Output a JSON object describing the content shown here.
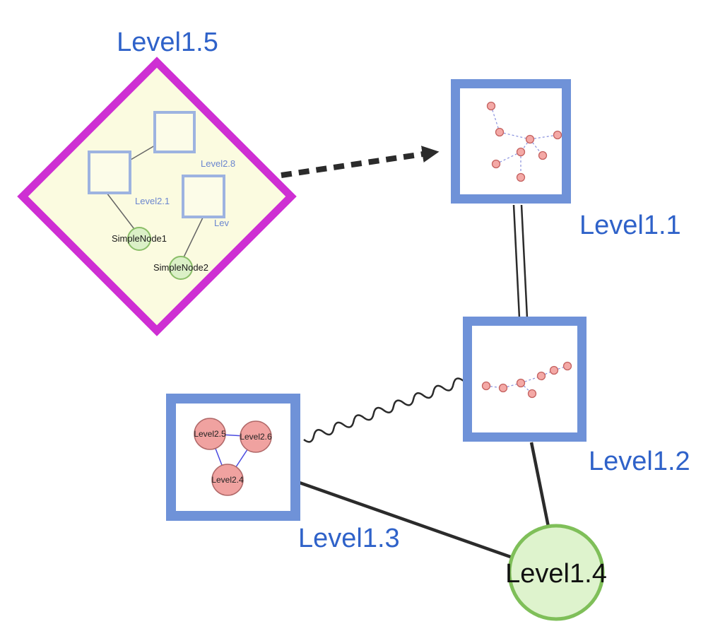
{
  "diagram": {
    "type": "nested-graph",
    "labels": {
      "level1_5": "Level1.5",
      "level1_1": "Level1.1",
      "level1_2": "Level1.2",
      "level1_3": "Level1.3",
      "level1_4": "Level1.4"
    },
    "level1_5_children": {
      "level2_8": "Level2.8",
      "level2_1": "Level2.1",
      "lev": "Lev",
      "simple_node1": "SimpleNode1",
      "simple_node2": "SimpleNode2"
    },
    "level1_3_children": {
      "level2_5": "Level2.5",
      "level2_6": "Level2.6",
      "level2_4": "Level2.4"
    },
    "edges": [
      {
        "from": "Level1.5",
        "to": "Level1.1",
        "style": "thick-dashed-arrow"
      },
      {
        "from": "Level1.1",
        "to": "Level1.2",
        "style": "double-line"
      },
      {
        "from": "Level1.3",
        "to": "Level1.2",
        "style": "wavy"
      },
      {
        "from": "Level1.3",
        "to": "Level1.4",
        "style": "solid"
      },
      {
        "from": "Level1.2",
        "to": "Level1.4",
        "style": "solid"
      }
    ],
    "colors": {
      "label_blue": "#2f62c9",
      "label_black": "#111111",
      "diamond_border": "#ce2fd3",
      "diamond_fill": "#fbfbe0",
      "group_square_border": "#6f92d8",
      "group_square_fill": "#ffffff",
      "inner_square_border": "#9db3e0",
      "inner_square_fill": "#fcfce8",
      "green_node_fill": "#dbf0c7",
      "green_node_border": "#8abe68",
      "level1_4_fill": "#def3cd",
      "level1_4_border": "#7fbf59",
      "pink_node_fill": "#f0a2a0",
      "pink_node_border": "#b06868",
      "mini_edge_blue": "#8890dd",
      "edge_black": "#2b2b2b"
    }
  }
}
